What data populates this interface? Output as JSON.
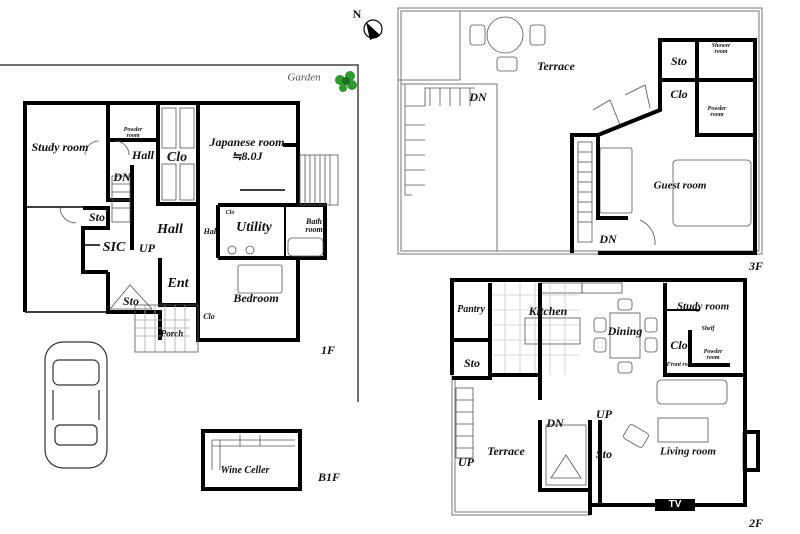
{
  "compass": {
    "label": "N"
  },
  "floor_1f": {
    "floor_label": "1F",
    "garden": "Garden",
    "rooms": {
      "study_room": "Study room",
      "powder_room": "Powder room",
      "hall_upper": "Hall",
      "closet": "Clo",
      "japanese_room": "Japanese room",
      "japanese_room_size": "≒8.0J",
      "dn": "DN",
      "storage_left": "Sto",
      "hall_center": "Hall",
      "hall_small": "Hall",
      "utility": "Utility",
      "utility_closet": "Clo",
      "bath_room": "Bath room",
      "sic": "SIC",
      "up": "UP",
      "entrance": "Ent",
      "storage_lower": "Sto",
      "bedroom": "Bedroom",
      "bedroom_closet": "Clo",
      "porch": "Porch"
    }
  },
  "floor_b1f": {
    "floor_label": "B1F",
    "rooms": {
      "wine_cellar": "Wine Celler"
    }
  },
  "floor_3f": {
    "floor_label": "3F",
    "rooms": {
      "terrace": "Terrace",
      "storage": "Sto",
      "shower_room": "Shower room",
      "closet": "Clo",
      "powder_room": "Powder room",
      "dn_stair_left": "DN",
      "guest_room": "Guest room",
      "dn_stair_right": "DN"
    }
  },
  "floor_2f": {
    "floor_label": "2F",
    "rooms": {
      "pantry": "Pantry",
      "kitchen": "Kitchen",
      "dining": "Dining",
      "study_room": "Study room",
      "shelf": "Shelf",
      "closet": "Clo",
      "powder_room": "Powder room",
      "front_room": "Front room",
      "storage_left": "Sto",
      "up_center": "UP",
      "dn_center": "DN",
      "terrace": "Terrace",
      "up_terrace": "UP",
      "storage_center": "Sto",
      "living_room": "Living room",
      "tv": "TV"
    }
  },
  "colors": {
    "walls": "#000000",
    "garden_plant": "#2e9a2e",
    "tile_grid": "#bbbbbb"
  }
}
